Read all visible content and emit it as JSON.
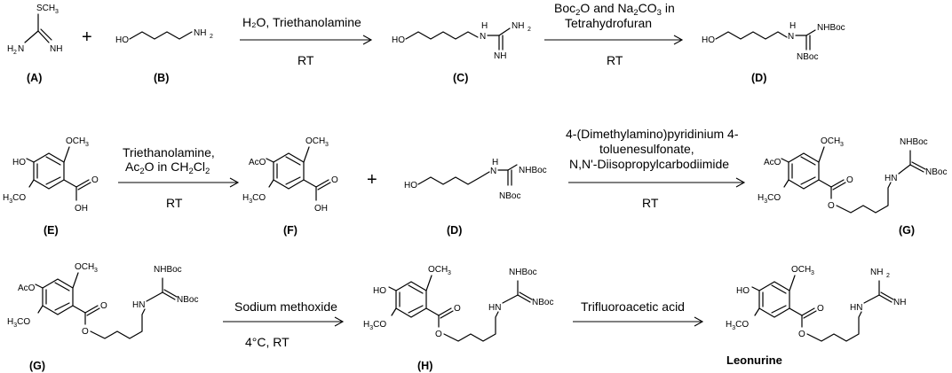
{
  "compounds": {
    "A": {
      "label": "(A)",
      "atoms": {
        "s": "SCH",
        "s_sub": "3",
        "nh2": "H",
        "nh2_n": "N",
        "nh2_sub": "2",
        "nh": "NH"
      }
    },
    "B": {
      "label": "(B)",
      "atoms": {
        "ho": "HO",
        "nh2": "NH",
        "nh2_sub": "2"
      }
    },
    "C": {
      "label": "(C)",
      "atoms": {
        "ho": "HO",
        "h": "H",
        "n": "N",
        "nh2": "NH",
        "nh2_sub": "2",
        "nh": "NH"
      }
    },
    "D": {
      "label": "(D)",
      "atoms": {
        "ho": "HO",
        "h": "H",
        "n": "N",
        "nhboc": "NHBoc",
        "nboc": "NBoc"
      }
    },
    "E": {
      "label": "(E)",
      "atoms": {
        "och3": "OCH",
        "och3_sub": "3",
        "ho": "HO",
        "h3co_h": "H",
        "h3co_sub": "3",
        "h3co_co": "CO",
        "o": "O",
        "oh": "OH"
      }
    },
    "F": {
      "label": "(F)",
      "atoms": {
        "och3": "OCH",
        "och3_sub": "3",
        "aco": "AcO",
        "h3co_h": "H",
        "h3co_sub": "3",
        "h3co_co": "CO",
        "o": "O",
        "oh": "OH"
      }
    },
    "D2": {
      "label": "(D)",
      "atoms": {
        "ho": "HO",
        "h": "H",
        "n": "N",
        "nhboc": "NHBoc",
        "nboc": "NBoc"
      }
    },
    "G": {
      "label": "(G)",
      "atoms": {
        "och3": "OCH",
        "och3_sub": "3",
        "aco": "AcO",
        "h3co_h": "H",
        "h3co_sub": "3",
        "h3co_co": "CO",
        "o": "O",
        "o2": "O",
        "hn": "HN",
        "nhboc": "NHBoc",
        "nboc": "NBoc"
      }
    },
    "G2": {
      "label": "(G)",
      "atoms": {
        "och3": "OCH",
        "och3_sub": "3",
        "aco": "AcO",
        "h3co_h": "H",
        "h3co_sub": "3",
        "h3co_co": "CO",
        "o": "O",
        "o2": "O",
        "hn": "HN",
        "nhboc": "NHBoc",
        "nboc": "NBoc"
      }
    },
    "H": {
      "label": "(H)",
      "atoms": {
        "och3": "OCH",
        "och3_sub": "3",
        "ho": "HO",
        "h3co_h": "H",
        "h3co_sub": "3",
        "h3co_co": "CO",
        "o": "O",
        "o2": "O",
        "hn": "HN",
        "nhboc": "NHBoc",
        "nboc": "NBoc"
      }
    },
    "Leonurine": {
      "label": "Leonurine",
      "atoms": {
        "och3": "OCH",
        "och3_sub": "3",
        "ho": "HO",
        "h3co_h": "H",
        "h3co_sub": "3",
        "h3co_co": "CO",
        "o": "O",
        "o2": "O",
        "hn": "HN",
        "nh2": "NH",
        "nh2_sub": "2",
        "nh": "NH"
      }
    }
  },
  "plus_sign": "+",
  "reactions": {
    "r1": {
      "above": "H₂O, Triethanolamine",
      "below": "RT"
    },
    "r2": {
      "above1_a": "Boc",
      "above1_s1": "2",
      "above1_b": "O and Na",
      "above1_s2": "2",
      "above1_c": "CO",
      "above1_s3": "3",
      "above1_d": " in",
      "above2": "Tetrahydrofuran",
      "below": "RT"
    },
    "r3": {
      "above1": "Triethanolamine,",
      "above2_a": "Ac",
      "above2_s1": "2",
      "above2_b": "O in CH",
      "above2_s2": "2",
      "above2_c": "Cl",
      "above2_s3": "2",
      "below": "RT"
    },
    "r4": {
      "above1": "4-(Dimethylamino)pyridinium 4-",
      "above2": "toluenesulfonate,",
      "above3": "N,N'-Diisopropylcarbodiimide",
      "below": "RT"
    },
    "r5": {
      "above": "Sodium methoxide",
      "below": "4°C, RT"
    },
    "r6": {
      "above": "Trifluoroacetic acid"
    }
  }
}
